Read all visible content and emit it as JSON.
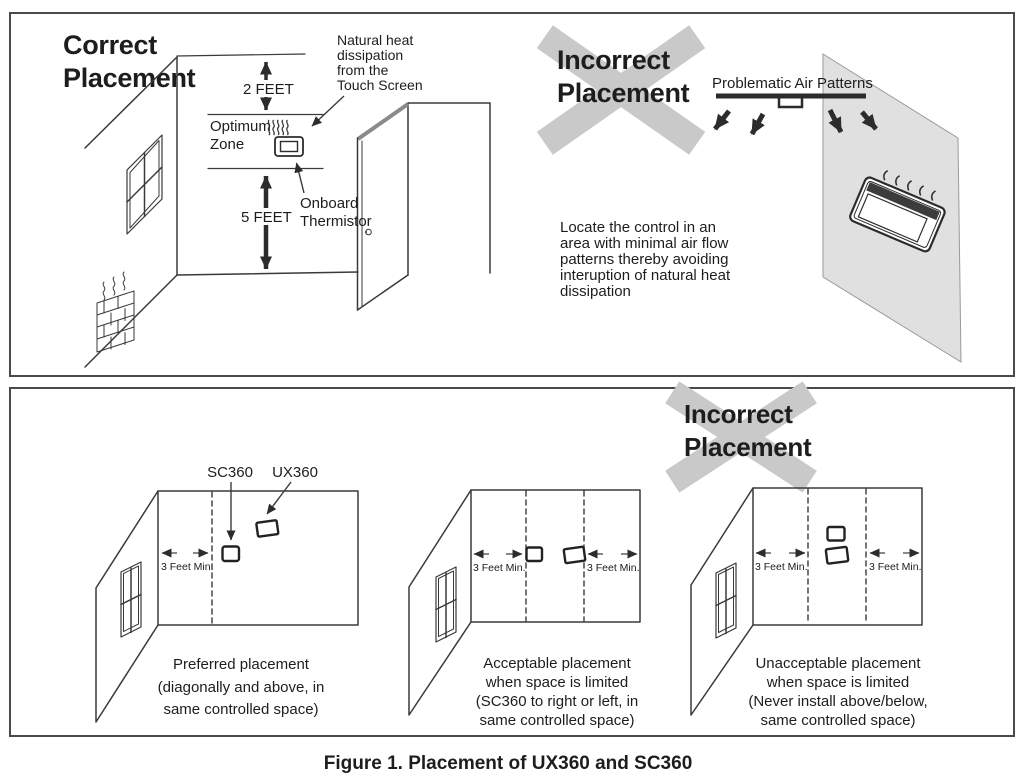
{
  "colors": {
    "line_art": "#3a3a3a",
    "x_mark_gray": "#c9c9c9",
    "wall_fill_gray": "#e0e0e0",
    "text": "#1d1d1d",
    "background": "#ffffff"
  },
  "top_box": {
    "correct": {
      "title_lines": [
        "Correct",
        "Placement"
      ],
      "feet2": "2 FEET",
      "feet5": "5 FEET",
      "optimum_lines": [
        "Optimum",
        "Zone"
      ],
      "natural_heat_lines": [
        "Natural heat",
        "dissipation",
        "from the",
        "Touch Screen"
      ],
      "thermistor_lines": [
        "Onboard",
        "Thermistor"
      ]
    },
    "incorrect": {
      "title_lines": [
        "Incorrect",
        "Placement"
      ],
      "air_label": "Problematic Air Patterns",
      "note_lines": [
        "Locate the control in an",
        "area with minimal air flow",
        "patterns thereby avoiding",
        "interuption of natural heat",
        "dissipation"
      ]
    }
  },
  "bottom_box": {
    "incorrect_title_lines": [
      "Incorrect",
      "Placement"
    ],
    "preferred": {
      "sc_label": "SC360",
      "ux_label": "UX360",
      "min_label": "3 Feet Min.",
      "caption_lines": [
        "Preferred placement",
        "(diagonally and above, in",
        "same controlled space)"
      ]
    },
    "acceptable": {
      "min_label_left": "3 Feet Min.",
      "min_label_right": "3 Feet Min.",
      "caption_lines": [
        "Acceptable placement",
        "when space is limited",
        "(SC360 to right or left, in",
        "same controlled space)"
      ]
    },
    "unacceptable": {
      "min_label_left": "3 Feet Min.",
      "min_label_right": "3 Feet Min.",
      "caption_lines": [
        "Unacceptable placement",
        "when space is limited",
        "(Never install above/below,",
        "same controlled space)"
      ]
    }
  },
  "figure_caption": "Figure 1.  Placement of UX360 and SC360"
}
